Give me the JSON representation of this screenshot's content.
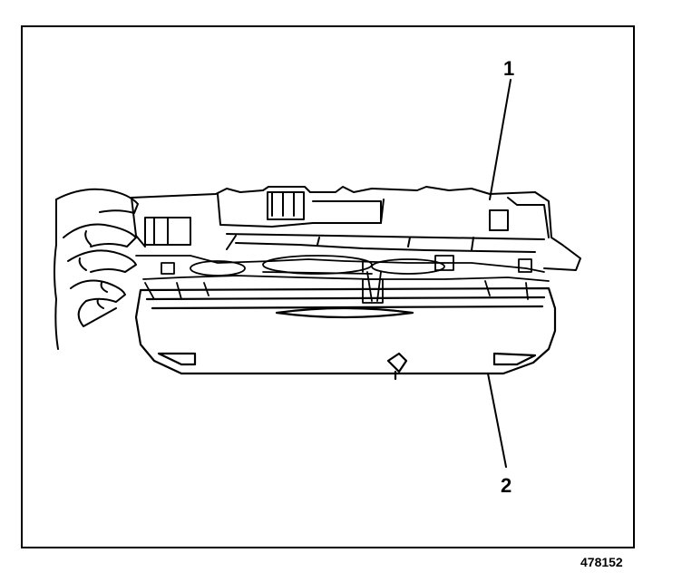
{
  "callouts": [
    {
      "label": "1"
    },
    {
      "label": "2"
    }
  ],
  "figure_number": "478152",
  "colors": {
    "ink": "#000000",
    "paper": "#ffffff"
  }
}
